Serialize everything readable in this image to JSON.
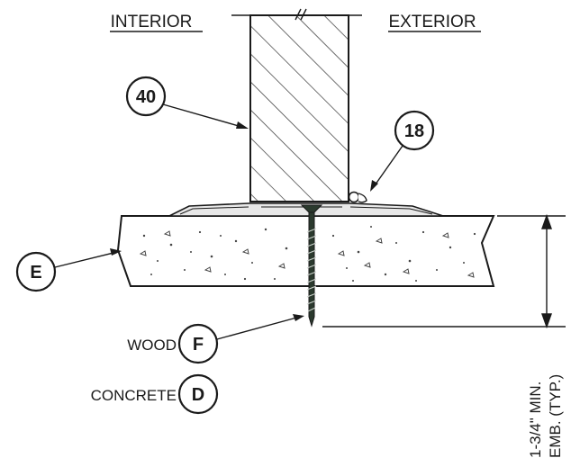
{
  "headers": {
    "interior": "INTERIOR",
    "exterior": "EXTERIOR"
  },
  "callouts": {
    "door": "40",
    "seal": "18",
    "substrate": "E",
    "wood_fastener": "F",
    "concrete_fastener": "D"
  },
  "labels": {
    "wood": "WOOD",
    "concrete": "CONCRETE",
    "embed_line1": "1-3/4\" MIN.",
    "embed_line2": "EMB. (TYP.)"
  }
}
